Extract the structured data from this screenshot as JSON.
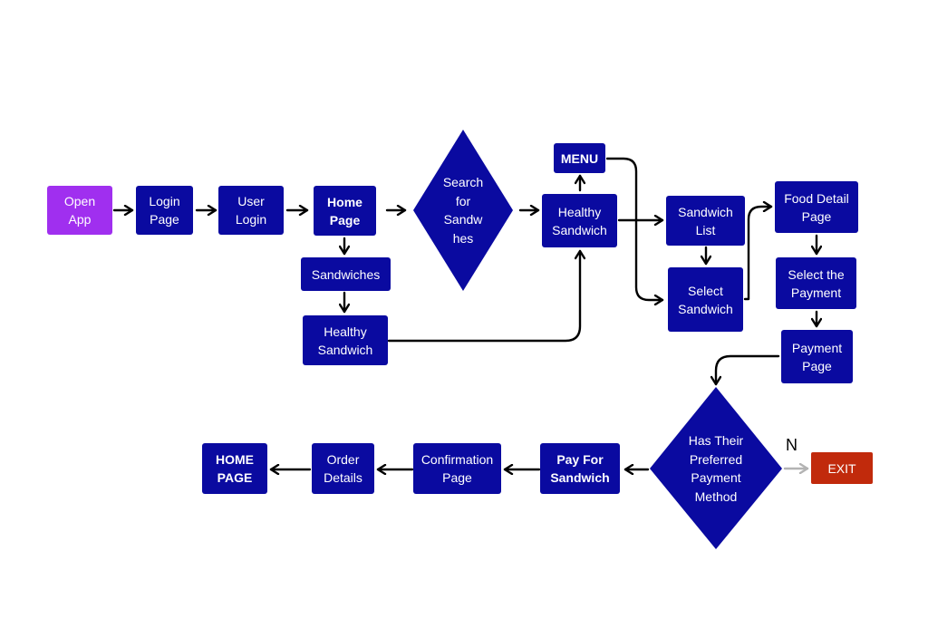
{
  "colors": {
    "process": "#0a0aa0",
    "start": "#a02fef",
    "exit": "#c12a0c",
    "arrow": "#000000",
    "no_arrow": "#b3b3b3"
  },
  "nodes": {
    "open_app": "Open\nApp",
    "login_page": "Login\nPage",
    "user_login": "User\nLogin",
    "home_page": "Home\nPage",
    "sandwiches": "Sandwiches",
    "healthy_sandwich_1": "Healthy\nSandwich",
    "search": "Search\nfor\nSandw\nhes",
    "menu": "MENU",
    "healthy_sandwich_2": "Healthy\nSandwich",
    "sandwich_list": "Sandwich\nList",
    "select_sandwich": "Select\nSandwich",
    "food_detail_page": "Food Detail\nPage",
    "select_the_payment": "Select the\nPayment",
    "payment_page": "Payment\nPage",
    "decision": "Has Their\nPreferred\nPayment\nMethod",
    "exit": "EXIT",
    "pay_for_sandwich": "Pay For\nSandwich",
    "confirmation_page": "Confirmation\nPage",
    "order_details": "Order\nDetails",
    "home_page_final": "HOME\nPAGE"
  },
  "edge_labels": {
    "no": "N"
  }
}
